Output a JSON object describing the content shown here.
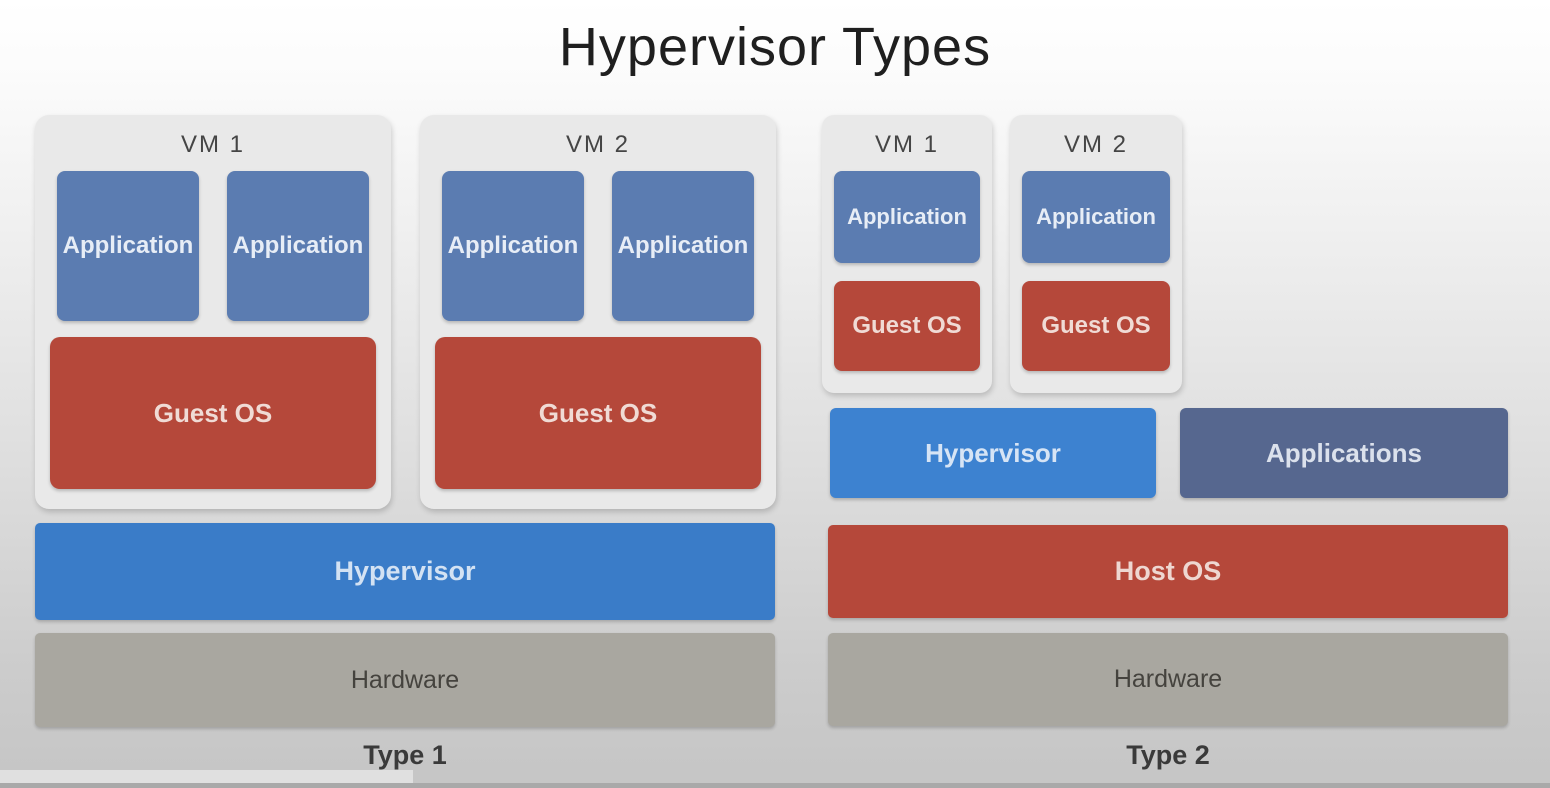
{
  "page": {
    "title": "Hypervisor Types"
  },
  "colors": {
    "application_blue": "#5b7cb1",
    "guest_os_red": "#b5483a",
    "hypervisor_blue": "#3a7cc8",
    "hypervisor2_blue": "#3d82d0",
    "applications_slate": "#56678f",
    "host_os_red": "#b5483a",
    "hardware_gray": "#a9a7a0",
    "vm_container_gray": "#e9e9e9"
  },
  "type1": {
    "caption": "Type 1",
    "vm1": {
      "name": "VM 1",
      "app1": "Application",
      "app2": "Application",
      "guest_os": "Guest OS"
    },
    "vm2": {
      "name": "VM 2",
      "app1": "Application",
      "app2": "Application",
      "guest_os": "Guest OS"
    },
    "hypervisor": "Hypervisor",
    "hardware": "Hardware"
  },
  "type2": {
    "caption": "Type 2",
    "vm1": {
      "name": "VM 1",
      "app": "Application",
      "guest_os": "Guest OS"
    },
    "vm2": {
      "name": "VM 2",
      "app": "Application",
      "guest_os": "Guest OS"
    },
    "hypervisor": "Hypervisor",
    "applications": "Applications",
    "host_os": "Host OS",
    "hardware": "Hardware"
  },
  "player": {
    "progress_percent": 26.6
  }
}
